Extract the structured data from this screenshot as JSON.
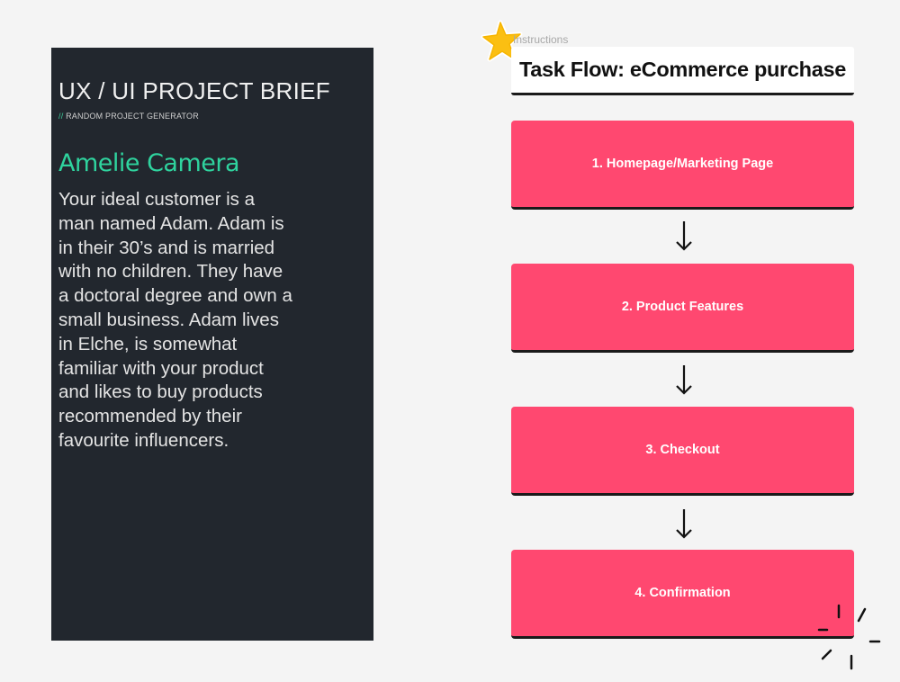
{
  "brief": {
    "title": "UX / UI PROJECT BRIEF",
    "subtitle_prefix": "//",
    "subtitle": "RANDOM PROJECT GENERATOR",
    "name": "Amelie Camera",
    "description": "Your ideal customer is a man named Adam. Adam is in their 30’s and is married with no children. They have a doctoral degree and own a small business. Adam lives in Elche, is somewhat familiar with your product and likes to buy products recommended by their favourite influencers.",
    "colors": {
      "background": "#22272e",
      "accent": "#2fd39e"
    }
  },
  "task_flow": {
    "instructions_label": "Instructions",
    "title": "Task Flow: eCommerce purchase",
    "steps": [
      {
        "label": "1. Homepage/Marketing Page"
      },
      {
        "label": "2. Product Features"
      },
      {
        "label": "3. Checkout"
      },
      {
        "label": "4. Confirmation"
      }
    ],
    "colors": {
      "step": "#ff4870",
      "arrow": "#111111"
    }
  },
  "decorations": {
    "star_icon": "star-sticker",
    "sparkle_icon": "sparkle-lines"
  }
}
